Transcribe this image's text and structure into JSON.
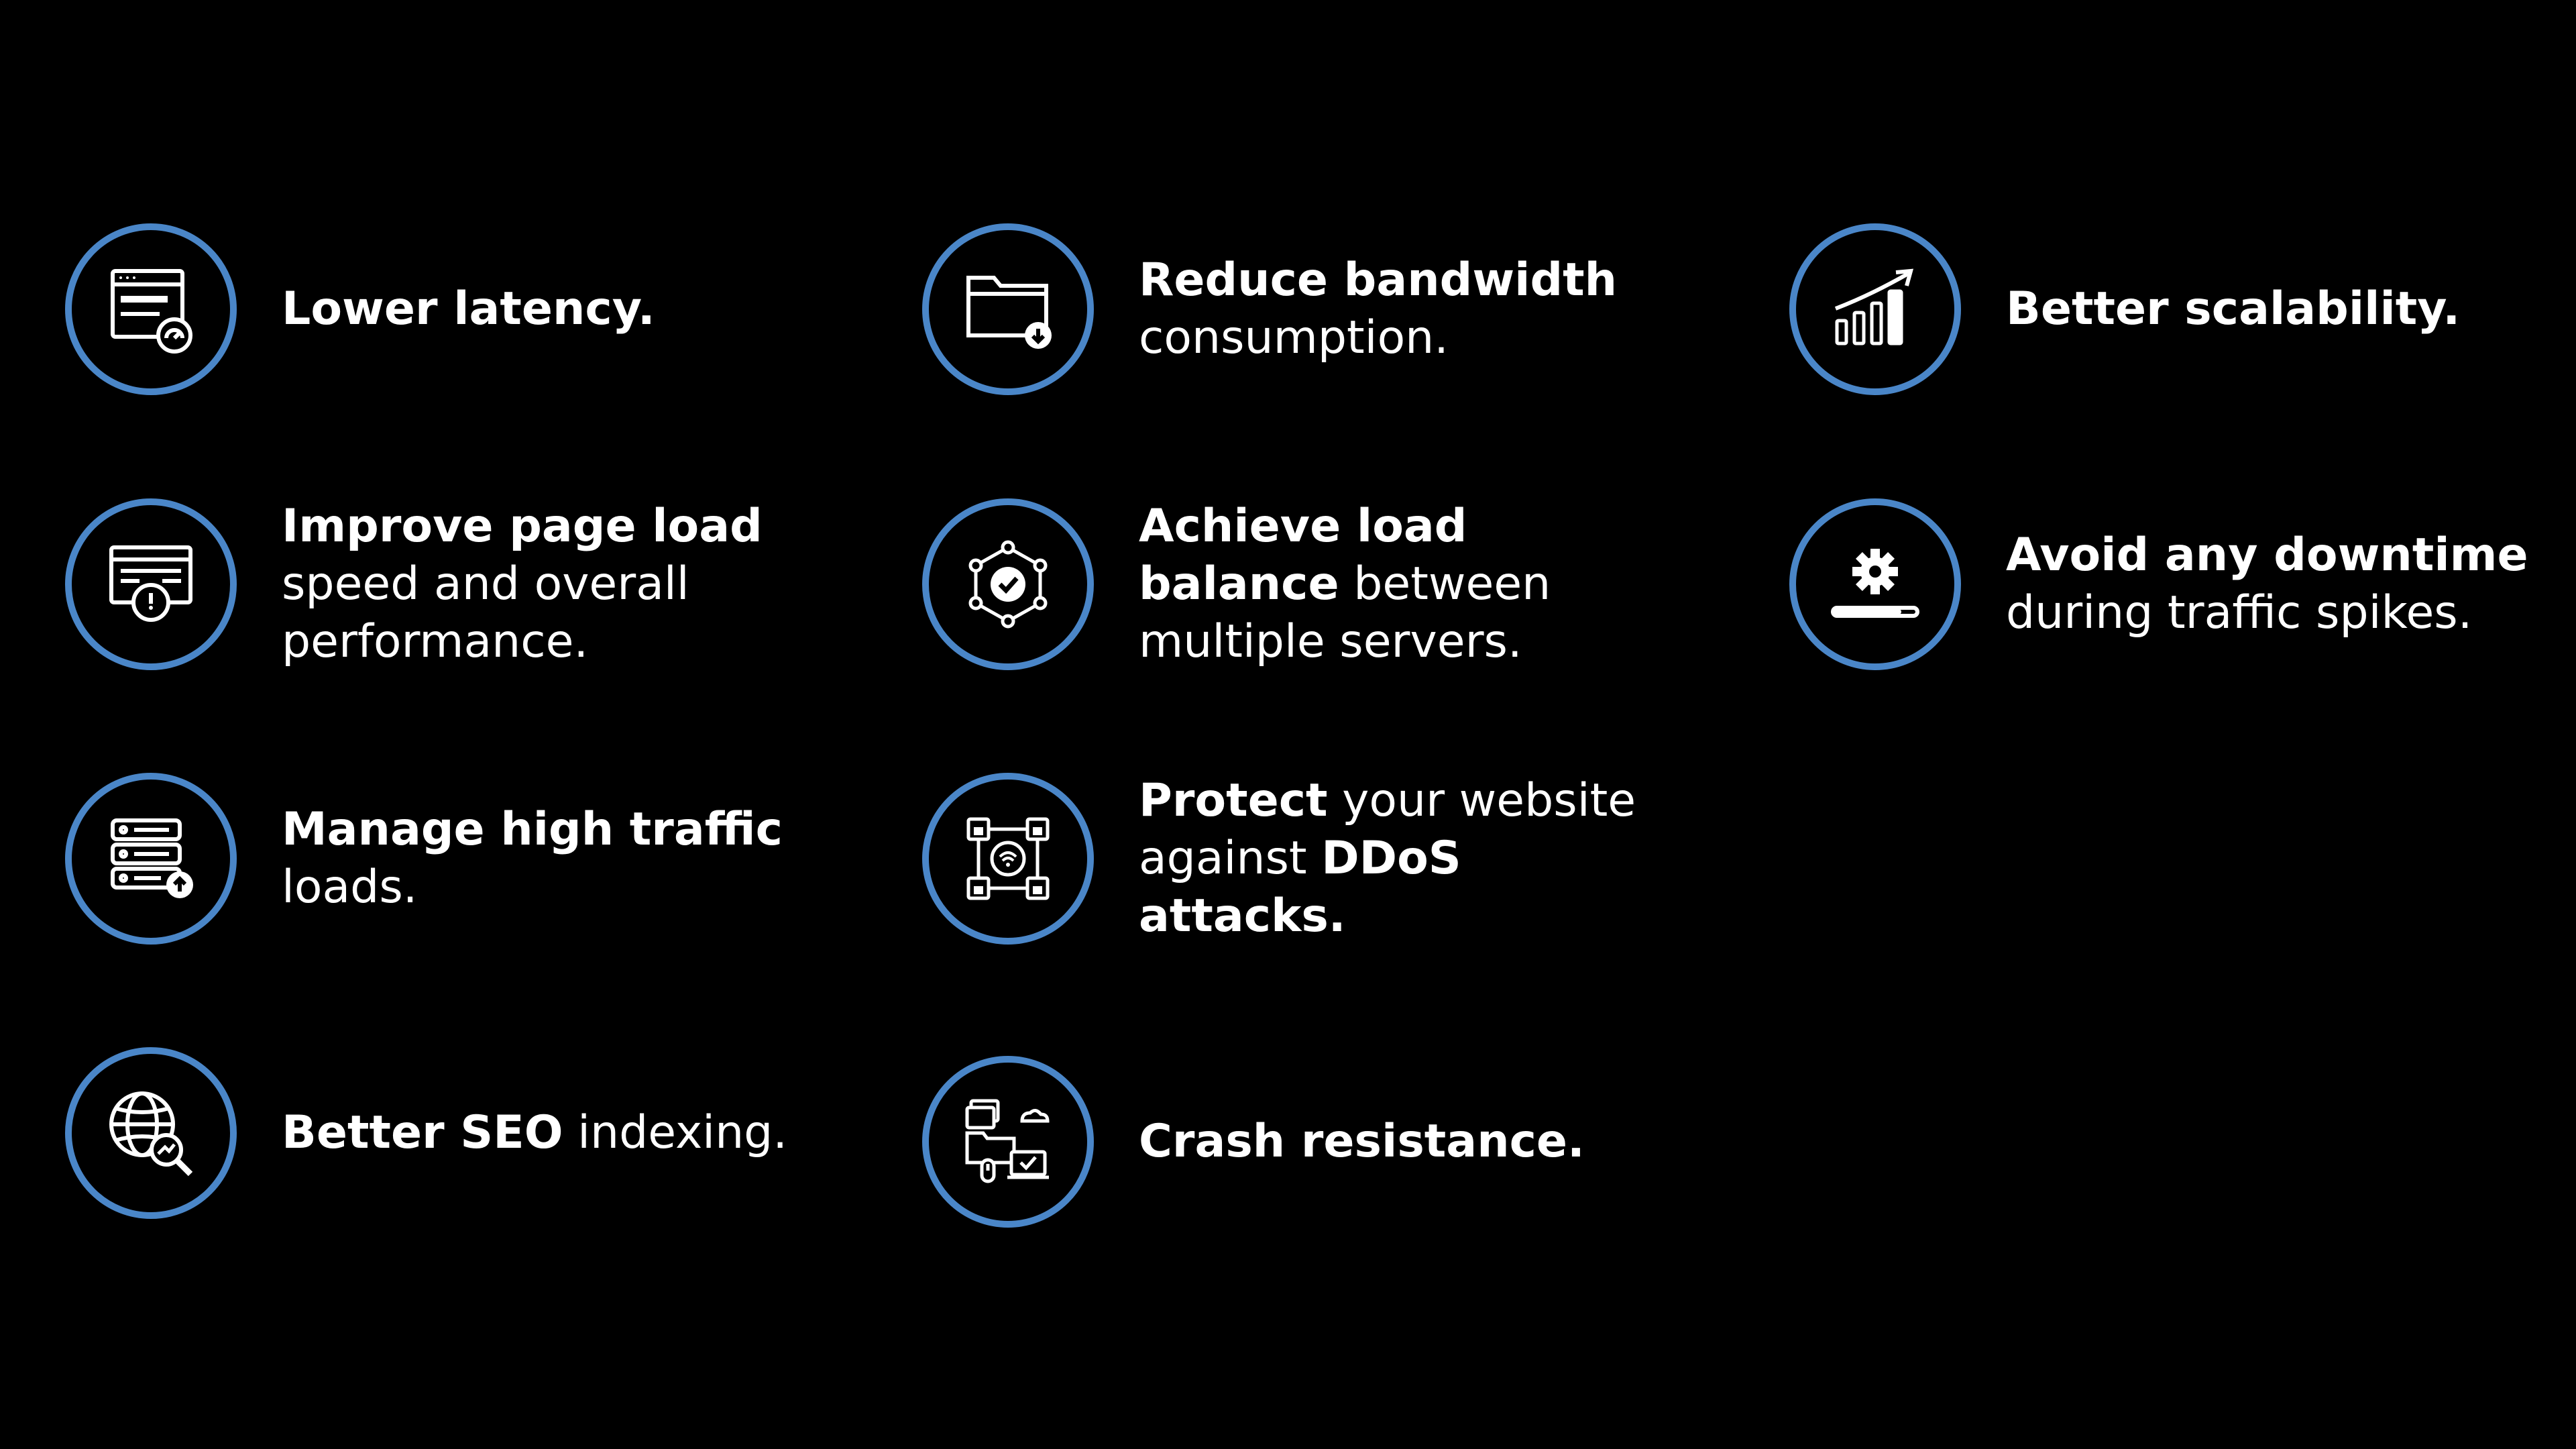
{
  "accent_color": "#4a86c8",
  "background_color": "#000000",
  "features": {
    "lower_latency": {
      "icon": "browser-speedometer-icon",
      "bold": "Lower latency."
    },
    "page_load": {
      "icon": "browser-timer-icon",
      "bold": "Improve page load",
      "normal": "speed and overall",
      "normal2": "performance."
    },
    "high_traffic": {
      "icon": "server-upload-icon",
      "bold": "Manage high traffic",
      "normal": "loads."
    },
    "seo": {
      "icon": "globe-search-icon",
      "bold": "Better SEO",
      "normal": " indexing."
    },
    "bandwidth": {
      "icon": "folder-download-icon",
      "bold": "Reduce bandwidth",
      "normal": "consumption."
    },
    "load_balance": {
      "icon": "network-check-icon",
      "bold1": "Achieve load",
      "bold2": "balance",
      "normal1": " between",
      "normal2": "multiple servers."
    },
    "ddos": {
      "icon": "secure-network-icon",
      "bold1": "Protect",
      "normal1": " your website",
      "normal2": "against ",
      "bold2": "DDoS",
      "bold3": "attacks."
    },
    "crash": {
      "icon": "files-cloud-laptop-icon",
      "bold": "Crash resistance."
    },
    "scalability": {
      "icon": "growth-chart-icon",
      "bold": "Better scalability."
    },
    "downtime": {
      "icon": "gear-loading-icon",
      "bold": "Avoid any downtime",
      "normal": "during traffic spikes."
    }
  }
}
